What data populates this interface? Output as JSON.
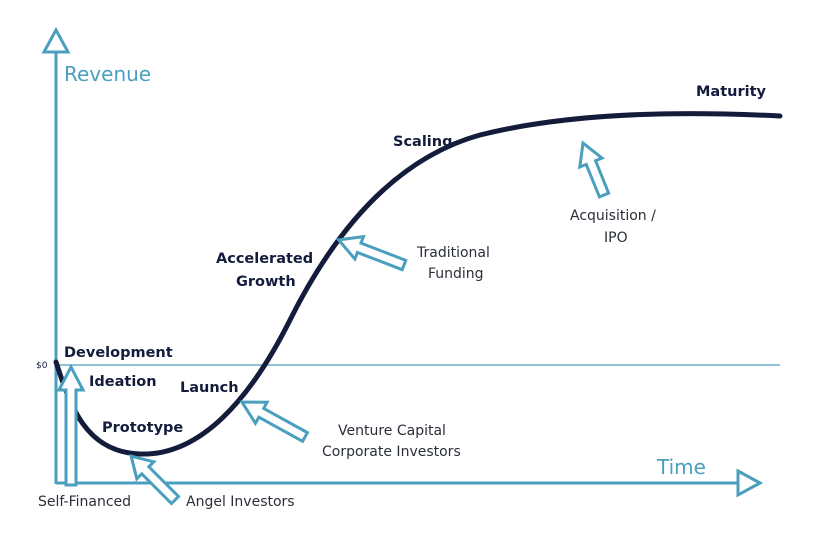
{
  "axes": {
    "y_label": "Revenue",
    "x_label": "Time",
    "zero_label": "$0"
  },
  "stages": {
    "development": "Development",
    "ideation": "Ideation",
    "launch": "Launch",
    "prototype": "Prototype",
    "accelerated_1": "Accelerated",
    "accelerated_2": "Growth",
    "scaling": "Scaling",
    "maturity": "Maturity"
  },
  "funding": {
    "self_financed": "Self-Financed",
    "angel": "Angel Investors",
    "vc_1": "Venture Capital",
    "vc_2": "Corporate Investors",
    "traditional_1": "Traditional",
    "traditional_2": "Funding",
    "acquisition_1": "Acquisition /",
    "acquisition_2": "IPO"
  },
  "colors": {
    "curve": "#141c3c",
    "accent": "#4a9fbf"
  }
}
